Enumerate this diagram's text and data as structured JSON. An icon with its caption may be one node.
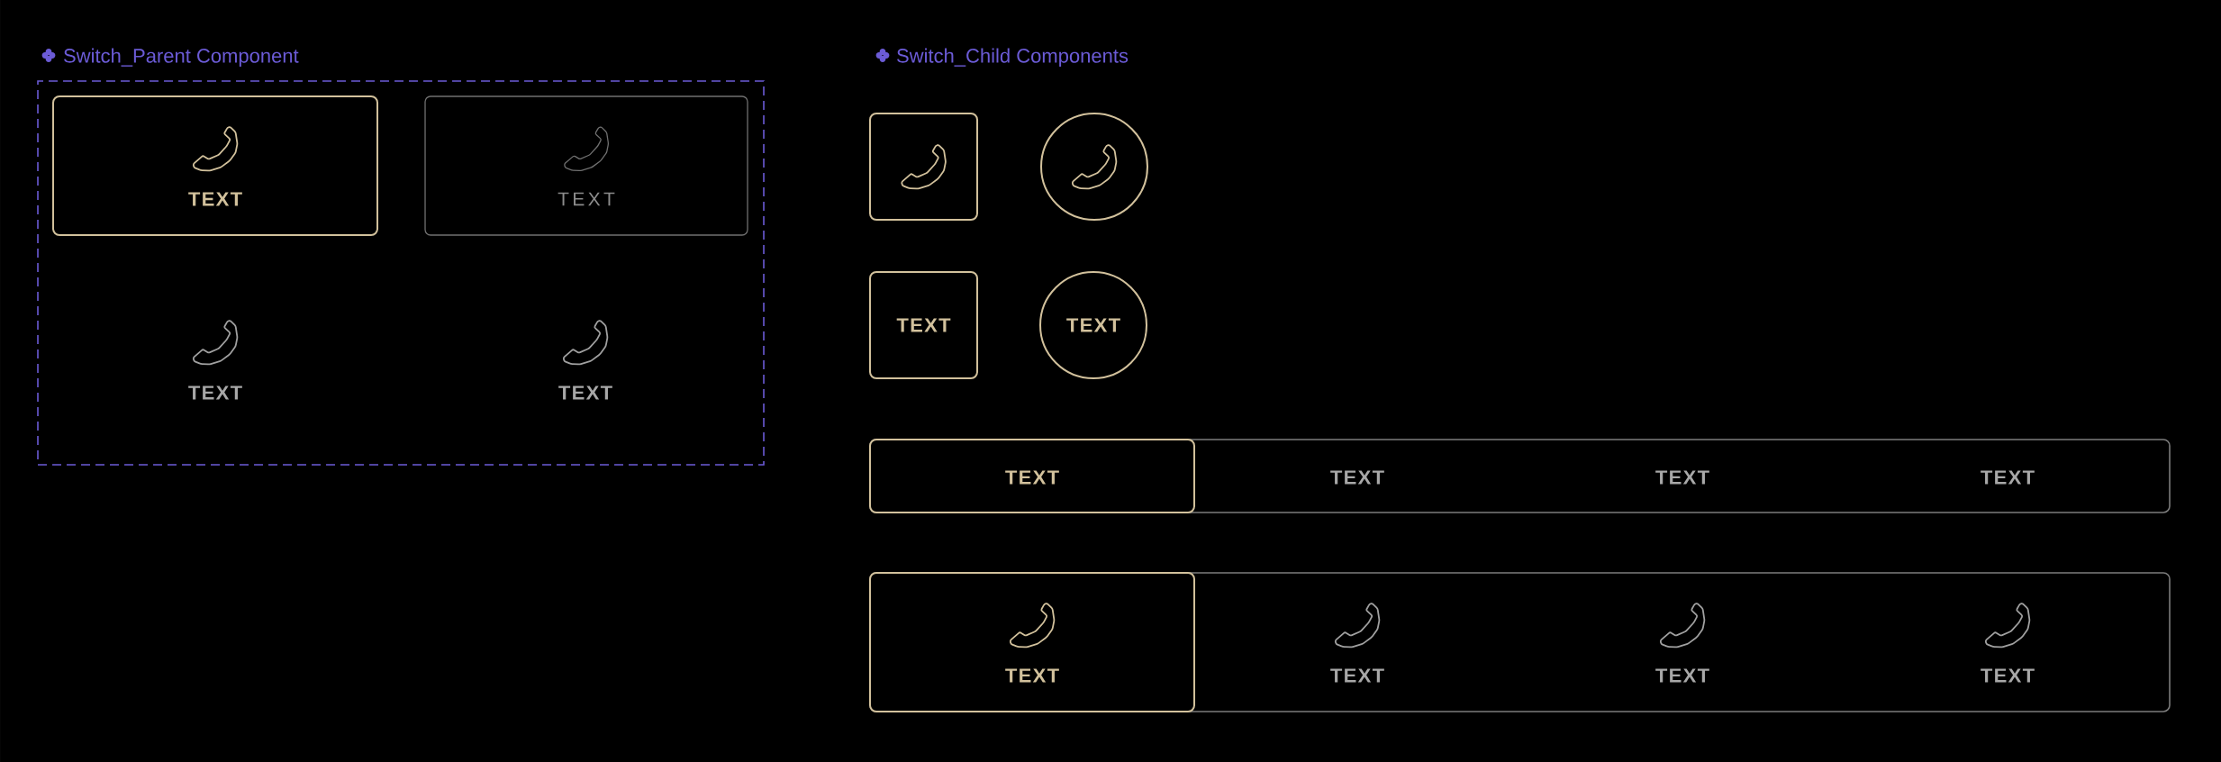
{
  "diagram": {
    "nodes": [
      {
        "text": [
          "Switch_Parent Component",
          "TEXT",
          "TEXT"
        ]
      },
      {
        "text": [
          "TEXT"
        ],
        "in": 0
      },
      {
        "text": [
          "TEXT"
        ],
        "in": 0
      },
      {
        "text": [],
        "shape": "box"
      },
      {
        "text": [],
        "shape": "circle"
      },
      {
        "text": [
          "TEXT"
        ]
      },
      {
        "text": [
          "TEXT"
        ]
      },
      {
        "text": [
          "TEXT",
          "TEXT",
          "TEXT"
        ]
      },
      {
        "text": [
          "TEXT"
        ],
        "in": 7
      },
      {
        "text": [
          "TEXT",
          "TEXT",
          "TEXT"
        ]
      },
      {
        "text": [
          "TEXT"
        ],
        "in": 9
      }
    ],
    "labels": [
      "Switch_Child Components"
    ]
  }
}
